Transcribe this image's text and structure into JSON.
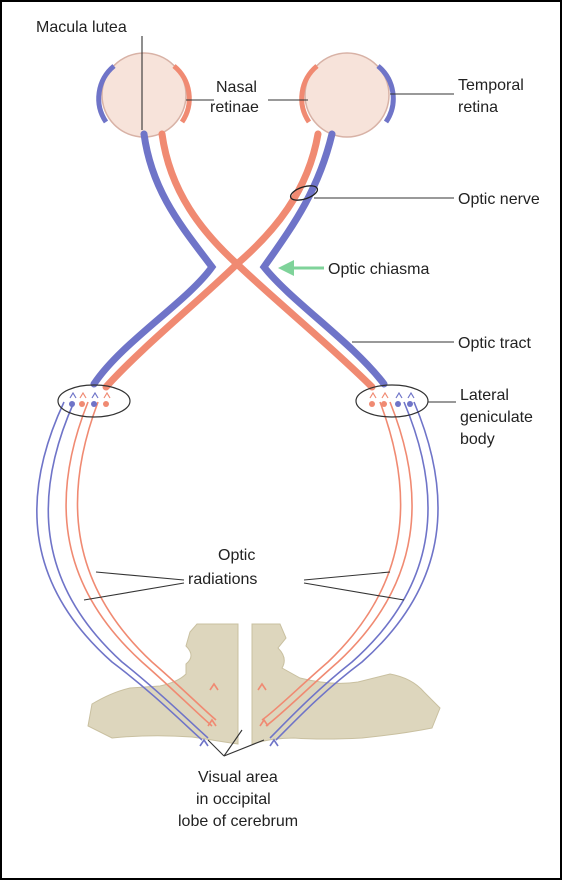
{
  "labels": {
    "macula_lutea": "Macula lutea",
    "nasal_line1": "Nasal",
    "nasal_line2": "retinae",
    "temporal_line1": "Temporal",
    "temporal_line2": "retina",
    "optic_nerve": "Optic nerve",
    "optic_chiasma": "Optic chiasma",
    "optic_tract": "Optic tract",
    "lgb_line1": "Lateral",
    "lgb_line2": "geniculate",
    "lgb_line3": "body",
    "radiations_line1": "Optic",
    "radiations_line2": "radiations",
    "visual_line1": "Visual area",
    "visual_line2": "in occipital",
    "visual_line3": "lobe of cerebrum"
  },
  "colors": {
    "nasal_fibers": "#f08a72",
    "temporal_fibers": "#6f74c8",
    "eyeball": "#f7e3da",
    "brain": "#ddd6bd",
    "chiasma_arrow": "#7fd39a",
    "leader_lines": "#333333"
  }
}
